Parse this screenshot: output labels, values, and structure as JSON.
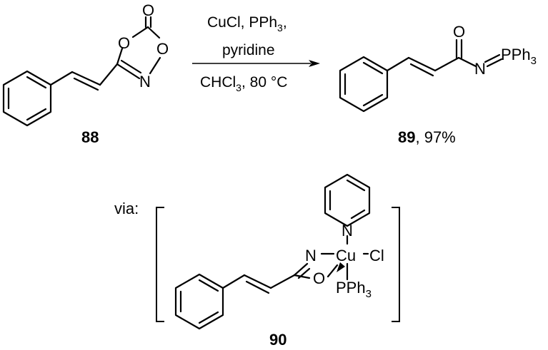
{
  "reaction": {
    "reagents": {
      "line1": "CuCl, PPh",
      "line1_sub": "3",
      "line1_end": ",",
      "line2": "pyridine",
      "line3_a": "CHCl",
      "line3_sub": "3",
      "line3_b": ", 80 °C"
    },
    "reactant": {
      "label": "88",
      "atoms": {
        "o_carbonyl": "O",
        "o_ring_left": "O",
        "o_ring_right": "O",
        "n_ring": "N"
      }
    },
    "product": {
      "label": "89",
      "yield_text": ", 97%",
      "atoms": {
        "o": "O",
        "n": "N",
        "p": "PPh",
        "p_sub": "3"
      }
    },
    "intermediate": {
      "prefix": "via:",
      "label": "90",
      "atoms": {
        "n_pyridine": "N",
        "n_imine": "N",
        "cu": "Cu",
        "cl": "Cl",
        "o": "O",
        "p": "PPh",
        "p_sub": "3"
      }
    }
  }
}
